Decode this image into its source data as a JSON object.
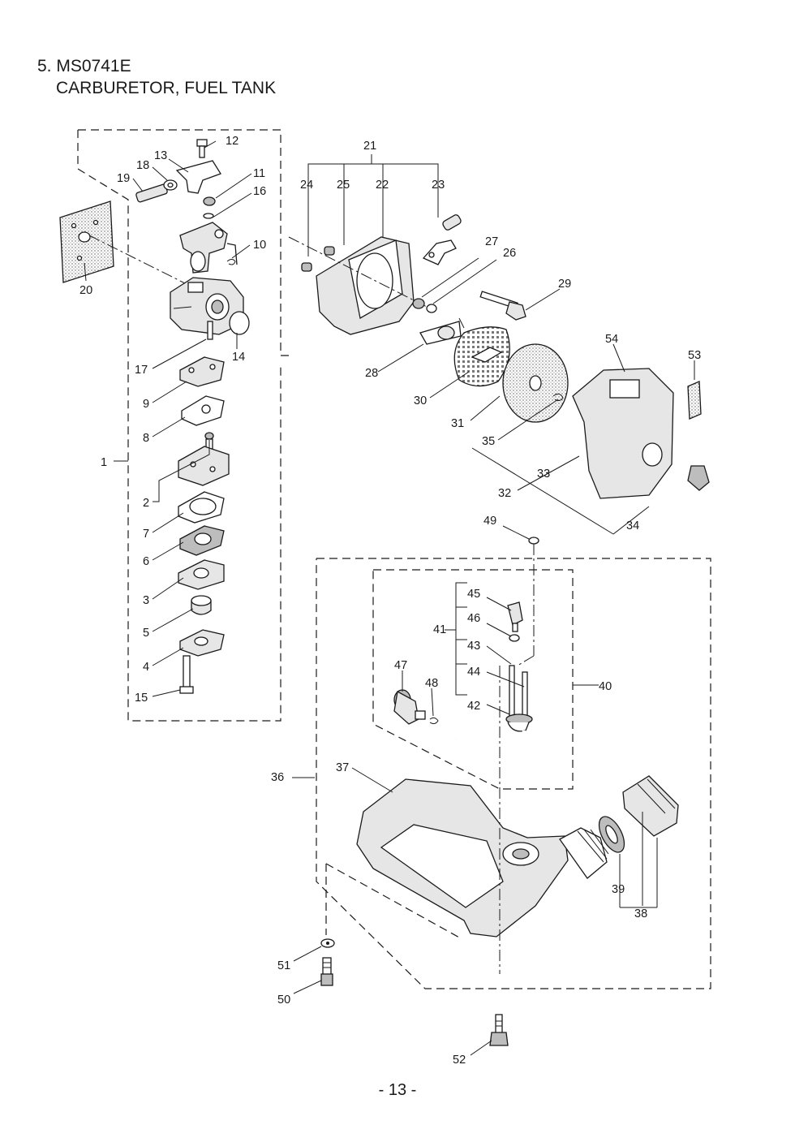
{
  "header": {
    "title_line1": "5. MS0741E",
    "title_line2": "CARBURETOR, FUEL TANK"
  },
  "footer": {
    "page_number": "- 13 -"
  },
  "callouts": {
    "p1": "1",
    "p2": "2",
    "p3": "3",
    "p4": "4",
    "p5": "5",
    "p6": "6",
    "p7": "7",
    "p8": "8",
    "p9": "9",
    "p10": "10",
    "p11": "11",
    "p12": "12",
    "p13": "13",
    "p14": "14",
    "p15": "15",
    "p16": "16",
    "p17": "17",
    "p18": "18",
    "p19": "19",
    "p20": "20",
    "p21": "21",
    "p22": "22",
    "p23": "23",
    "p24": "24",
    "p25": "25",
    "p26": "26",
    "p27": "27",
    "p28": "28",
    "p29": "29",
    "p30": "30",
    "p31": "31",
    "p32": "32",
    "p33": "33",
    "p34": "34",
    "p35": "35",
    "p36": "36",
    "p37": "37",
    "p38": "38",
    "p39": "39",
    "p40": "40",
    "p41": "41",
    "p42": "42",
    "p43": "43",
    "p44": "44",
    "p45": "45",
    "p46": "46",
    "p47": "47",
    "p48": "48",
    "p49": "49",
    "p50": "50",
    "p51": "51",
    "p52": "52",
    "p53": "53",
    "p54": "54"
  }
}
